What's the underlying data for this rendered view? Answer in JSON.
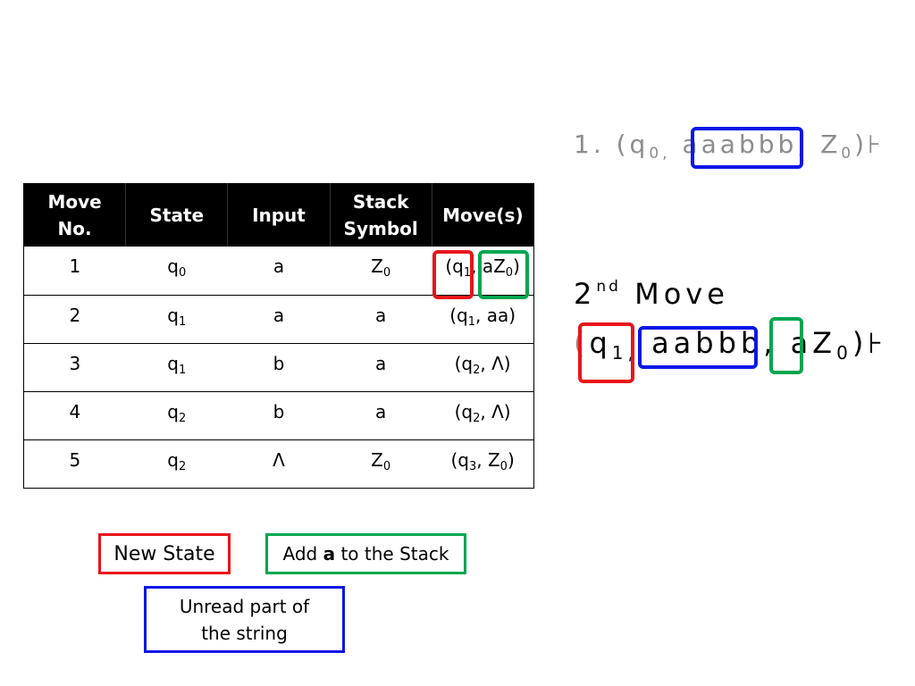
{
  "table": {
    "headers": [
      "Move No.",
      "State",
      "Input",
      "Stack Symbol",
      "Move(s)"
    ],
    "rows": [
      {
        "no": "1",
        "state": "q",
        "state_sub": "0",
        "input": "a",
        "stack": "Z",
        "stack_sub": "0",
        "move": "(q1, aZ0)"
      },
      {
        "no": "2",
        "state": "q",
        "state_sub": "1",
        "input": "a",
        "stack": "a",
        "stack_sub": "",
        "move": "(q1, aa)"
      },
      {
        "no": "3",
        "state": "q",
        "state_sub": "1",
        "input": "b",
        "stack": "a",
        "stack_sub": "",
        "move": "(q2, Λ)"
      },
      {
        "no": "4",
        "state": "q",
        "state_sub": "2",
        "input": "b",
        "stack": "a",
        "stack_sub": "",
        "move": "(q2, Λ)"
      },
      {
        "no": "5",
        "state": "q",
        "state_sub": "2",
        "input": "Λ",
        "stack": "Z",
        "stack_sub": "0",
        "move": "(q3, Z0)"
      }
    ]
  },
  "config1": {
    "prefix": "1. (q",
    "state_sub": "0,",
    "read": "a",
    "unread": "aabbb,",
    "stack": "Z",
    "stack_sub": "0",
    "suffix": ")⊦"
  },
  "heading": {
    "number": "2",
    "ordinal": "nd",
    "word": "Move"
  },
  "config2": {
    "open": "(",
    "state": "q",
    "state_sub": "1,",
    "unread": "aabbb",
    "comma": ",",
    "push": "a",
    "stack": "Z",
    "stack_sub": "0",
    "suffix": ")⊦"
  },
  "legend": {
    "new_state": "New State",
    "add_pre": "Add ",
    "add_bold": "a",
    "add_post": " to the Stack",
    "unread": "Unread part of the string"
  },
  "colors": {
    "new_state": "#e8141b",
    "push": "#00a650",
    "unread": "#0a17e6",
    "faded": "#8c8c8c"
  }
}
